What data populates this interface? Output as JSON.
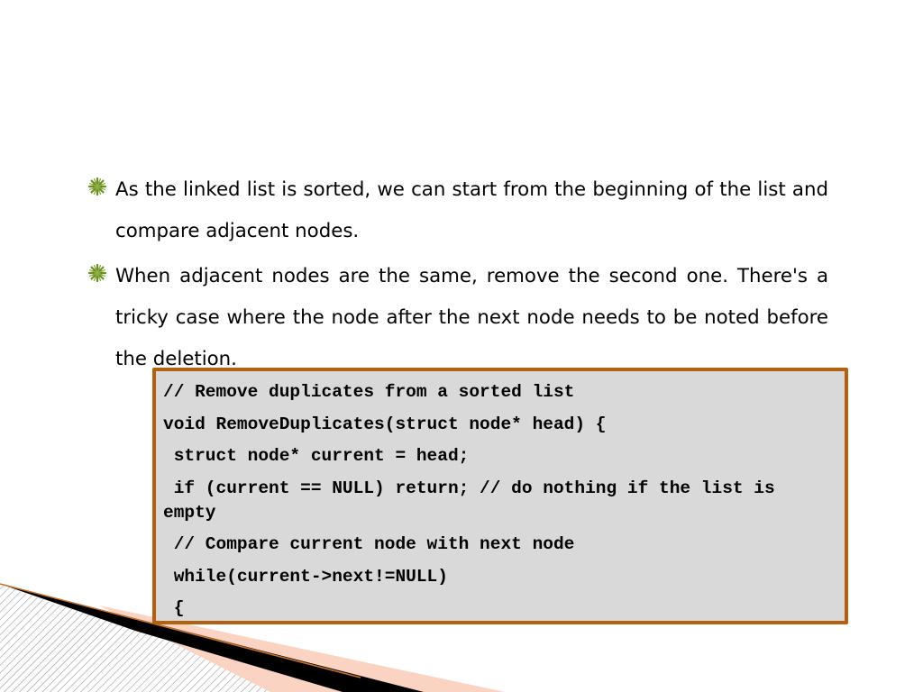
{
  "bullets": [
    {
      "icon": "green-starburst-bullet-icon",
      "text": "As the linked list is sorted, we can start from the beginning of the list and compare adjacent nodes."
    },
    {
      "icon": "green-starburst-bullet-icon",
      "text": "When adjacent nodes are the same, remove the second one. There's a tricky case where the node after the next node needs to be noted before the deletion."
    }
  ],
  "code": {
    "lines": [
      "// Remove duplicates from a sorted list",
      "void RemoveDuplicates(struct node* head) {",
      " struct node* current = head;",
      " if (current == NULL) return; // do nothing if the list is empty",
      " // Compare current node with next node",
      " while(current->next!=NULL)",
      " {"
    ]
  },
  "colors": {
    "bullet_icon": "#6b8e23",
    "code_background": "#d9d9d9",
    "code_border": "#b3600f",
    "decor_peach": "#fbd3c2",
    "decor_black": "#000000",
    "decor_hatch": "#9a9a9a"
  }
}
